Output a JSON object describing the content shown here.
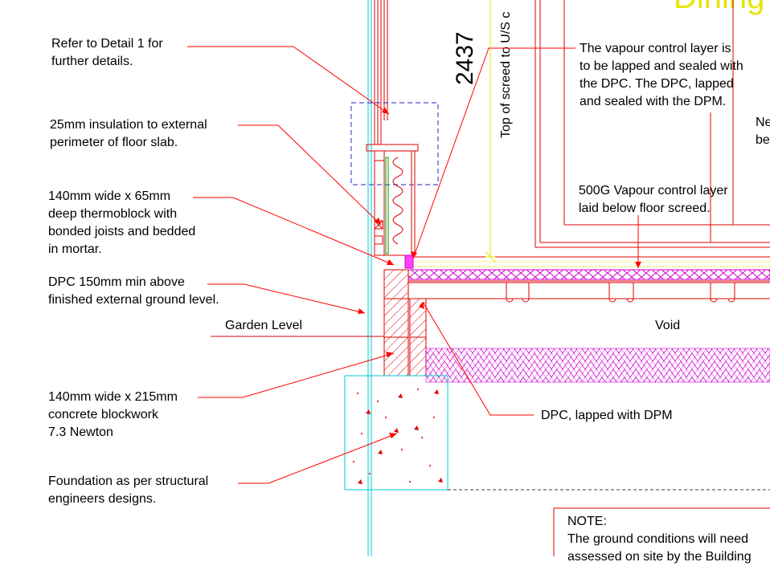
{
  "colors": {
    "leader": "#ff0000",
    "structure": "#e00000",
    "cyan": "#00c8d8",
    "blue_dash": "#2020c0",
    "magenta": "#d000d0",
    "yellow": "#e6e600",
    "green": "#00a000",
    "text": "#000000"
  },
  "labels": {
    "title_partial": "Dining",
    "dimension": "2437",
    "dimension_note": "Top of screed to U/S c",
    "detail_ref": "Refer to Detail 1 for\nfurther details.",
    "insulation": "25mm insulation to external\nperimeter of floor slab.",
    "thermoblock": "140mm wide x 65mm\ndeep thermoblock with\nbonded joists and bedded\nin mortar.",
    "dpc_above": "DPC 150mm min above\nfinished external ground level.",
    "garden_level": "Garden Level",
    "blockwork": "140mm wide x 215mm\nconcrete blockwork\n7.3 Newton",
    "foundation": "Foundation as per structural\nengineers designs.",
    "vcl_lapped": "The vapour control layer is\nto be lapped and sealed with\nthe DPC. The DPC, lapped\nand sealed with the DPM.",
    "vcl_500g": "500G Vapour control layer\nlaid below floor screed.",
    "right_partial": "Ne\nbe",
    "void": "Void",
    "dpc_dpm": "DPC, lapped with DPM",
    "note_heading": "NOTE:",
    "note_body": "The ground conditions will need\nassessed on site by the Building"
  }
}
